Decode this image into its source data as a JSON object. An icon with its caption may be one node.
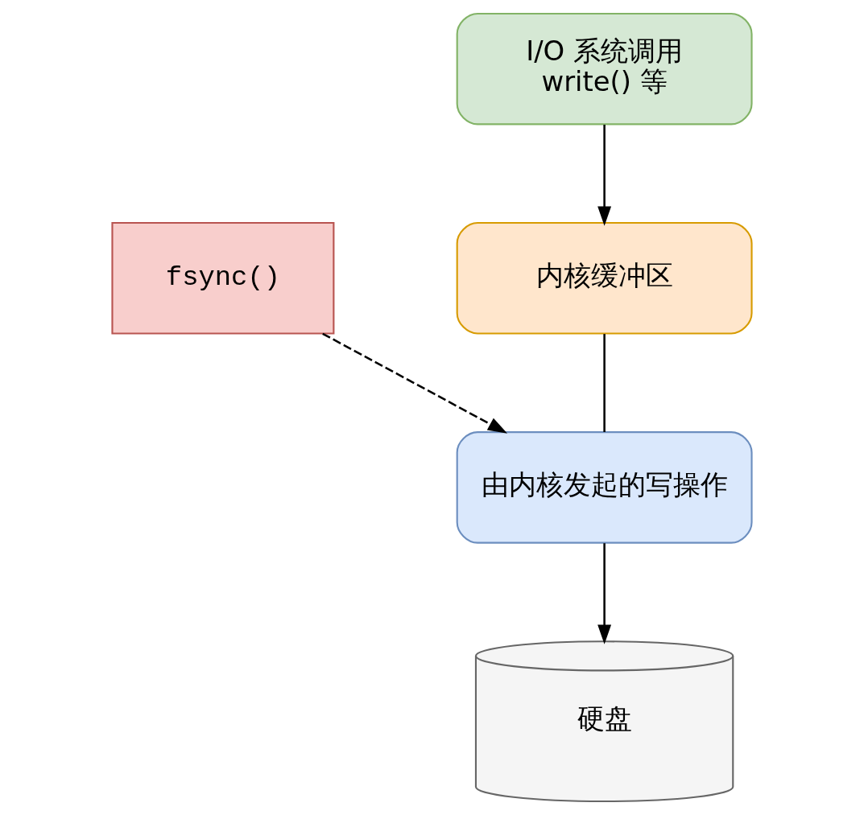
{
  "diagram": {
    "nodes": [
      {
        "text": [
          "I/O 系统调用 write() 等"
        ]
      },
      {
        "text": [
          "fsync()"
        ]
      },
      {
        "text": [
          "内核缓冲区"
        ]
      },
      {
        "text": [
          "由内核发起的写操作"
        ]
      },
      {
        "text": [
          "硬盘"
        ]
      }
    ],
    "edges": [
      {
        "from": 0,
        "to": 2,
        "arrow": "to"
      },
      {
        "from": 2,
        "to": 3,
        "arrow": "none"
      },
      {
        "from": 1,
        "to": 3,
        "arrow": "to",
        "style": "dashed"
      },
      {
        "from": 3,
        "to": 4,
        "arrow": "to"
      }
    ]
  }
}
